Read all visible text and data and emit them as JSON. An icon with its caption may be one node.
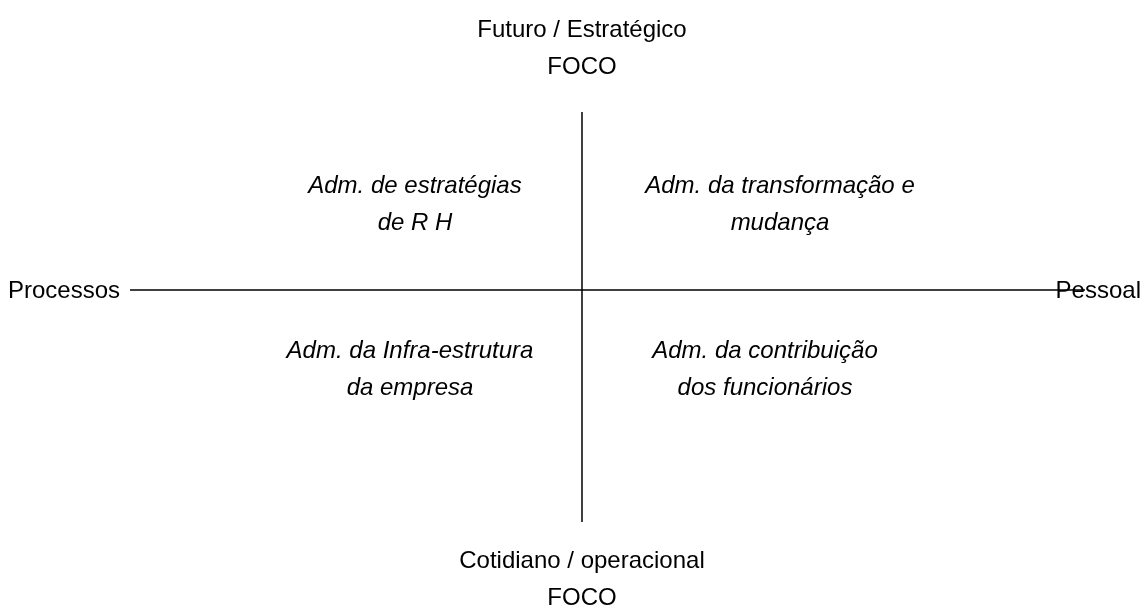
{
  "diagram": {
    "labels": [
      "Futuro / Estratégico",
      "FOCO",
      "Adm. de estratégias de R H",
      "Adm. da transformação e mudança",
      "Processos",
      "Pessoal",
      "Adm. da Infra-estrutura da empresa",
      "Adm. da contribuição dos funcionários",
      "Cotidiano / operacional",
      "FOCO"
    ]
  }
}
